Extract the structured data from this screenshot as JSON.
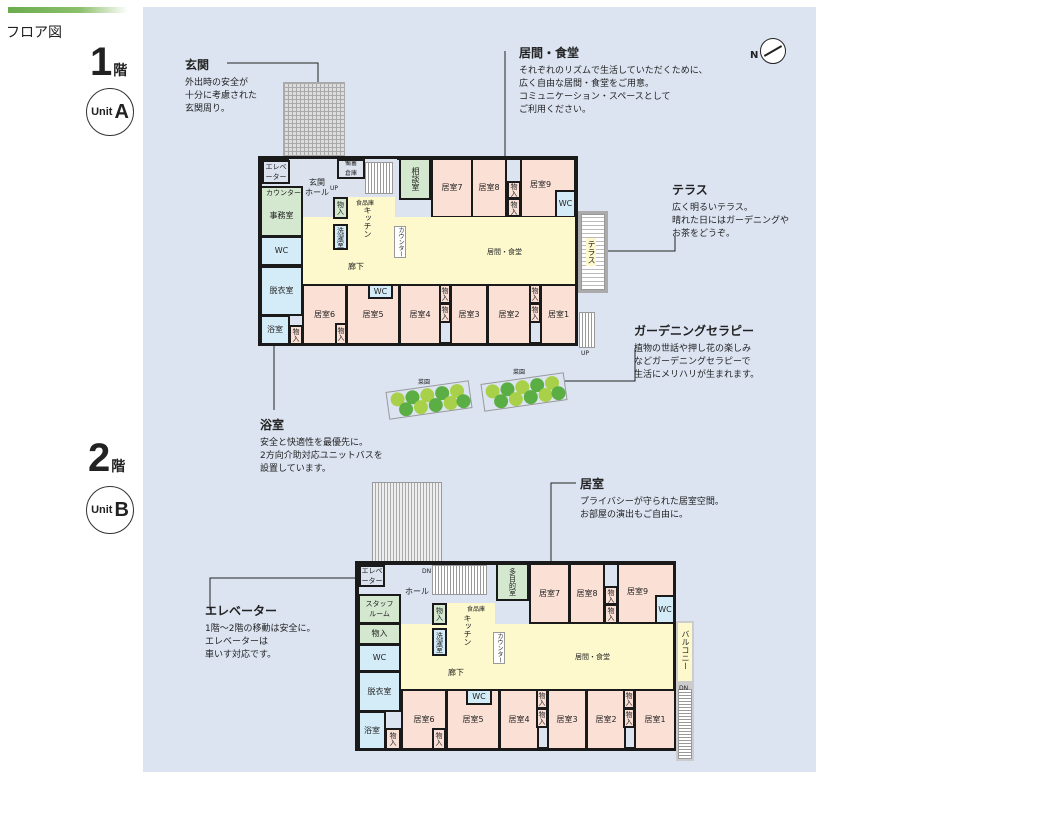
{
  "page_title": "フロア図",
  "floors": [
    {
      "number": "1",
      "suffix": "階",
      "unit_label": "Unit",
      "unit_letter": "A"
    },
    {
      "number": "2",
      "suffix": "階",
      "unit_label": "Unit",
      "unit_letter": "B"
    }
  ],
  "callouts": {
    "genkan": {
      "title": "玄関",
      "body": "外出時の安全が\n十分に考慮された\n玄関周り。"
    },
    "living": {
      "title": "居間・食堂",
      "body": "それぞれのリズムで生活していただくために、\n広く自由な居間・食堂をご用意。\nコミュニケーション・スペースとして\nご利用ください。"
    },
    "terrace": {
      "title": "テラス",
      "body": "広く明るいテラス。\n晴れた日にはガーデニングや\nお茶をどうぞ。"
    },
    "gardening": {
      "title": "ガーデニングセラピー",
      "body": "植物の世話や押し花の楽しみ\nなどガーデニングセラピーで\n生活にメリハリが生まれます。"
    },
    "bath": {
      "title": "浴室",
      "body": "安全と快適性を最優先に。\n2方向介助対応ユニットバスを\n設置しています。"
    },
    "room": {
      "title": "居室",
      "body": "プライバシーが守られた居室空間。\nお部屋の演出もご自由に。"
    },
    "elevator": {
      "title": "エレベーター",
      "body": "1階～2階の移動は安全に。\nエレベーターは\n車いす対応です。"
    }
  },
  "compass": {
    "label": "N"
  },
  "rooms": {
    "elevator": "エレベーター",
    "entrance_hall": "玄関\nホール",
    "hall": "ホール",
    "counter": "カウンター",
    "storage": "備蓄\n倉庫",
    "up": "UP",
    "dn": "DN",
    "consult": "相談室",
    "multipurpose": "多目的室",
    "office": "事務室",
    "staff": "スタッフ\nルーム",
    "r1": "居室1",
    "r2": "居室2",
    "r3": "居室3",
    "r4": "居室4",
    "r5": "居室5",
    "r6": "居室6",
    "r7": "居室7",
    "r8": "居室8",
    "r9": "居室9",
    "closet": "物入",
    "wc": "WC",
    "dressing": "脱衣室",
    "bath": "浴室",
    "kitchen": "キッチン",
    "pantry": "食品庫",
    "laundry": "洗濯室",
    "kitchen_counter": "カウンター",
    "corridor": "廊下",
    "living": "居間・食堂",
    "terrace": "テラス",
    "balcony": "バルコニー",
    "garden": "菜園"
  }
}
